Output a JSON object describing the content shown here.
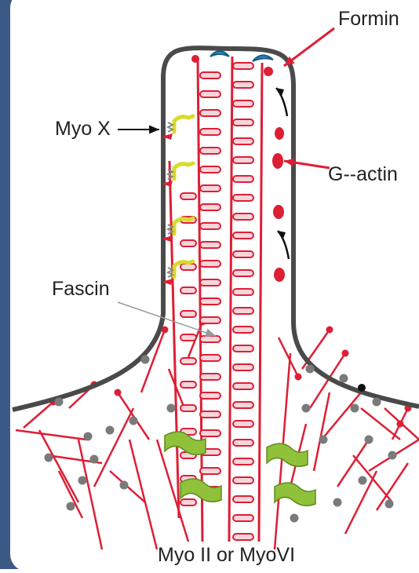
{
  "labels": {
    "formin": "Formin",
    "myo_x": "Myo X",
    "g_actin": "G--actin",
    "fascin": "Fascin",
    "myo_ii_vi": "Myo II or MyoVI"
  },
  "colors": {
    "frame": "#3b5a86",
    "membrane": "#4a4a4a",
    "actin": "#dd1f35",
    "actin_bead": "#f6d6dc",
    "formin": "#2a8fc7",
    "myo_x": "#d7dc2a",
    "myo_ii": "#8fc23a",
    "arp23": "#7a7a7a"
  },
  "icons": {
    "formin_caps": "formin-icon",
    "myo_x_motors": "myosin-x-icon",
    "g_actin_monomers": "g-actin-monomer-icon",
    "myo_ii_motors": "myosin-ii-icon",
    "arp23_nodes": "arp23-complex-icon"
  }
}
